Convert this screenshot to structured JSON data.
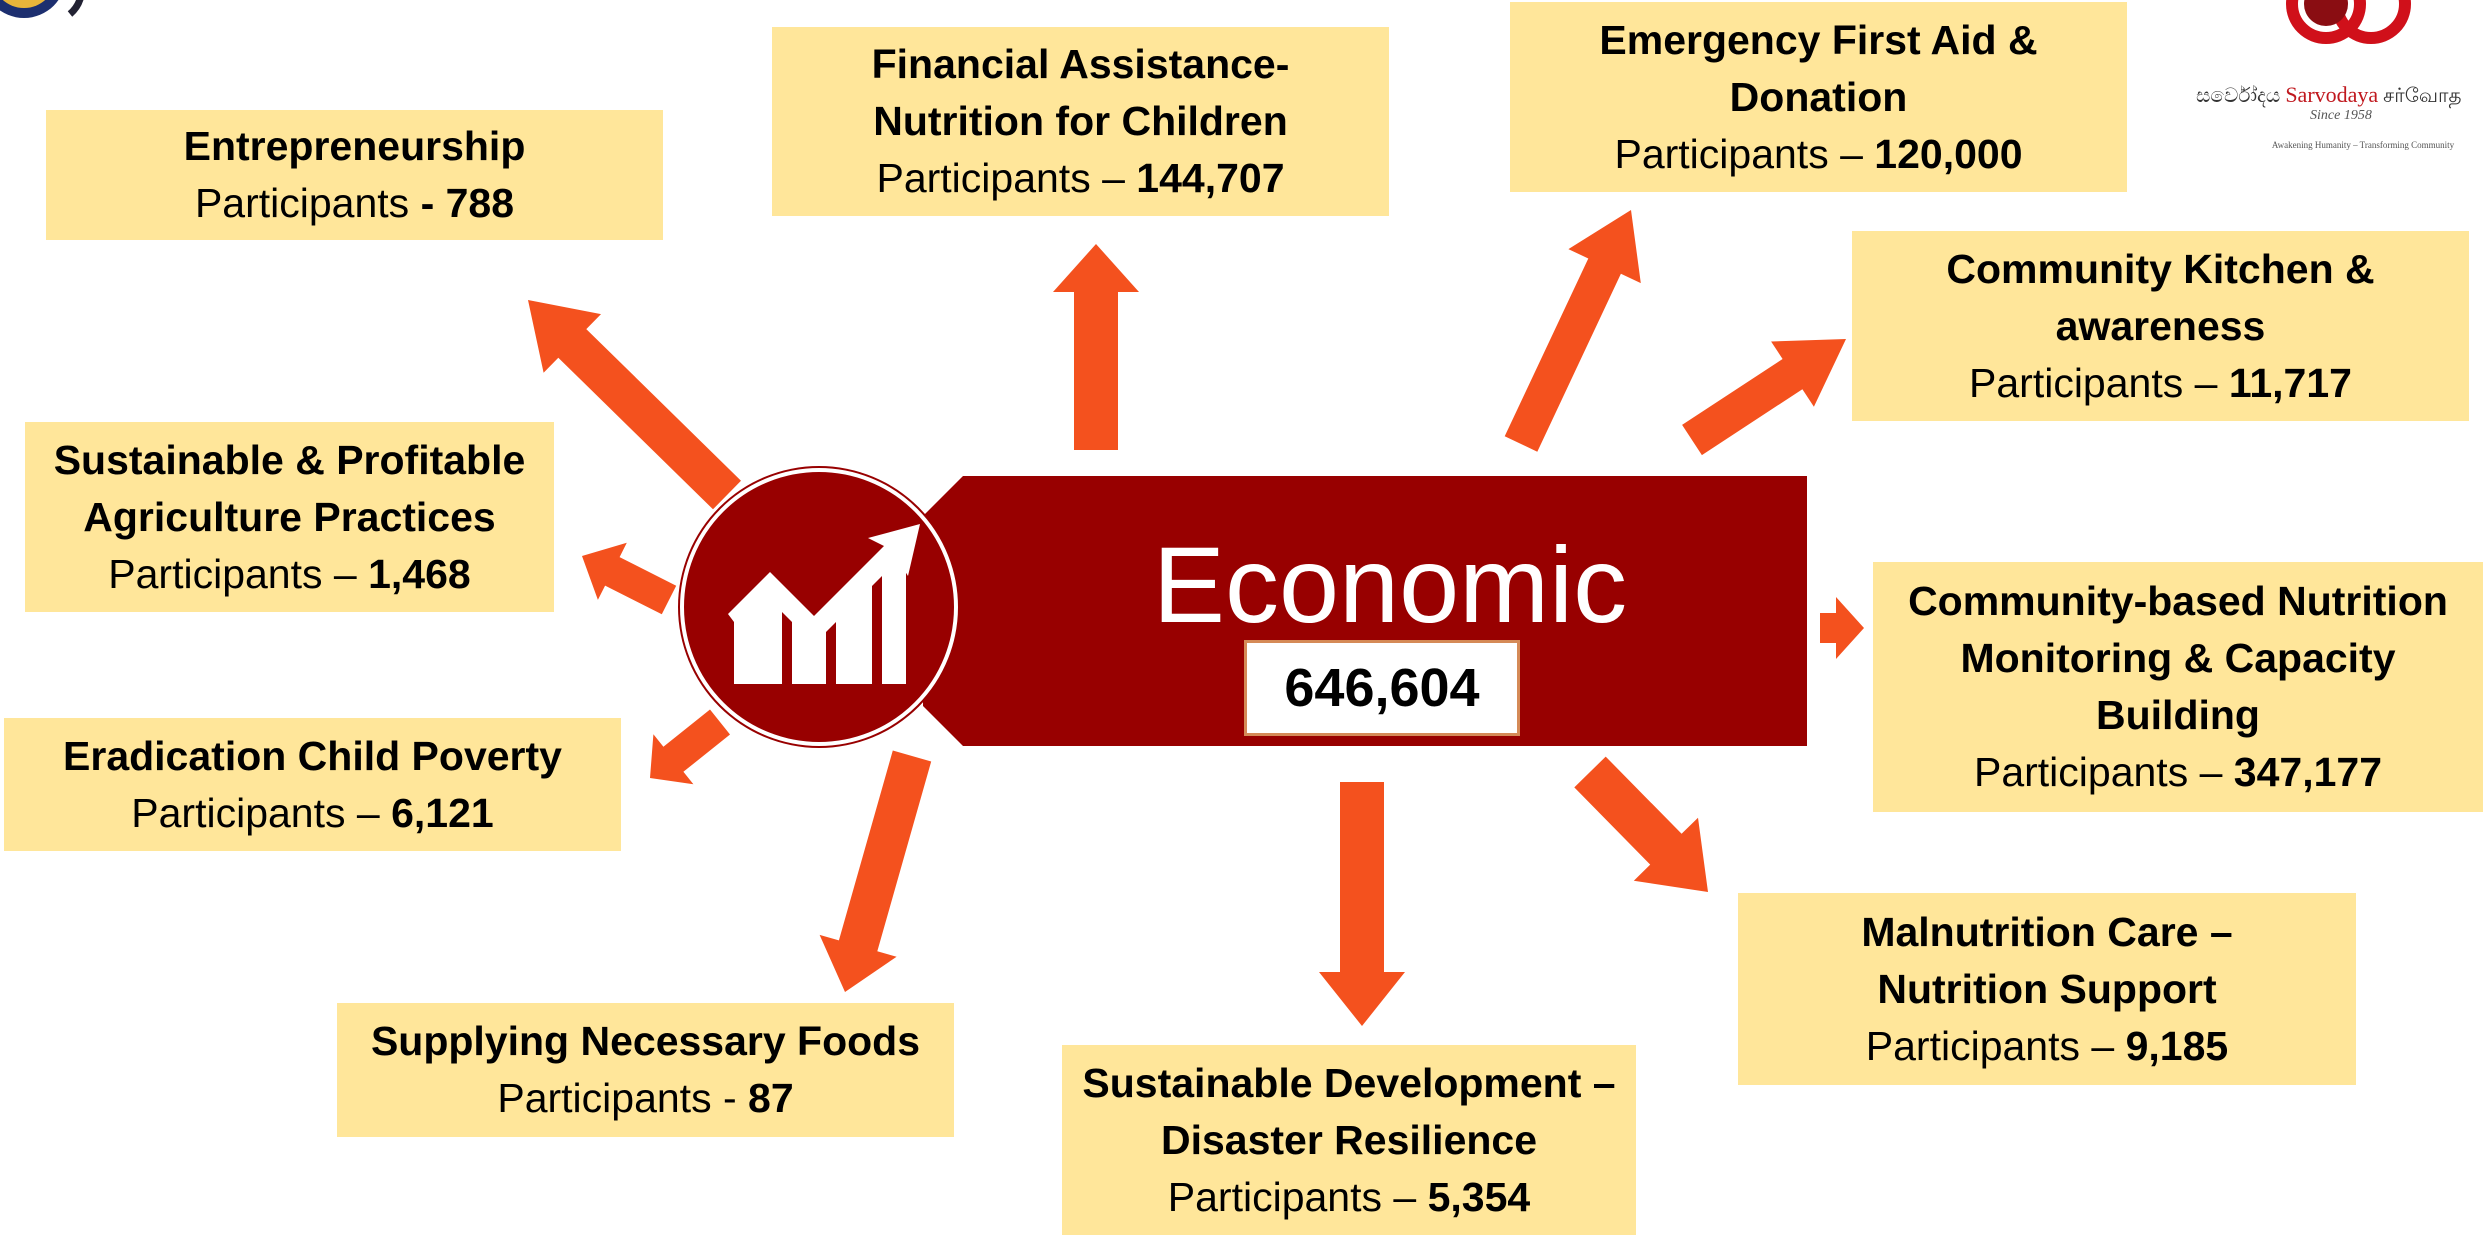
{
  "center": {
    "label": "Economic",
    "total": "646,604"
  },
  "colors": {
    "arrow": "#f4511e",
    "banner": "#980000",
    "box": "#ffe69a"
  },
  "programs": {
    "entrepreneurship": {
      "title": "Entrepreneurship",
      "prefix": "Participants",
      "sep": " - ",
      "value": "788"
    },
    "financial": {
      "title1": "Financial Assistance-",
      "title2": "Nutrition for Children",
      "prefix": "Participants",
      "sep": " – ",
      "value": "144,707"
    },
    "emergency": {
      "title1": "Emergency First Aid &",
      "title2": "Donation",
      "prefix": "Participants",
      "sep": " – ",
      "value": "120,000"
    },
    "kitchen": {
      "title1": "Community Kitchen &",
      "title2": "awareness",
      "prefix": "Participants",
      "sep": " – ",
      "value": "11,717"
    },
    "agriculture": {
      "title1": "Sustainable & Profitable",
      "title2": "Agriculture Practices",
      "prefix": "Participants",
      "sep": " – ",
      "value": "1,468"
    },
    "monitoring": {
      "title1": "Community-based Nutrition",
      "title2": "Monitoring & Capacity",
      "title3": "Building",
      "prefix": "Participants",
      "sep": " – ",
      "value": "347,177"
    },
    "child_poverty": {
      "title": "Eradication Child Poverty",
      "prefix": "Participants",
      "sep": " – ",
      "value": "6,121"
    },
    "malnutrition": {
      "title1": "Malnutrition Care –",
      "title2": "Nutrition Support",
      "prefix": "Participants",
      "sep": " – ",
      "value": "9,185"
    },
    "foods": {
      "title": "Supplying Necessary Foods",
      "prefix": "Participants",
      "sep": " - ",
      "value": "87"
    },
    "disaster": {
      "title1": "Sustainable Development –",
      "title2": "Disaster Resilience",
      "prefix": "Participants",
      "sep": " – ",
      "value": "5,354"
    }
  },
  "logo": {
    "name_sinhala": "සර්වෝදය",
    "name": "Sarvodaya",
    "name_tamil": "சர்வோத",
    "since": "Since 1958",
    "tagline": "Awakening Humanity – Transforming Community"
  }
}
